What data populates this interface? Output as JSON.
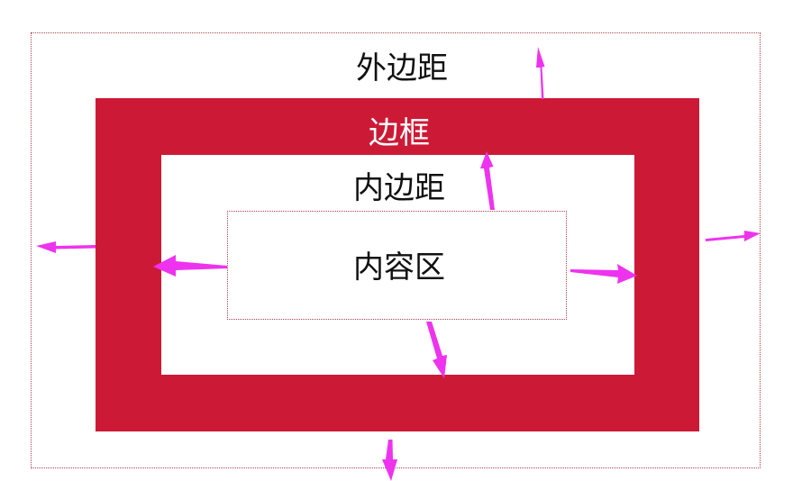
{
  "labels": {
    "margin": "外边距",
    "border": "边框",
    "padding": "内边距",
    "content": "内容区"
  },
  "colors": {
    "border_fill": "#cc1a36",
    "dotted_outline": "#b0434f",
    "arrow": "#ee33ee",
    "text_dark": "#111111",
    "text_light": "#ffffff"
  }
}
